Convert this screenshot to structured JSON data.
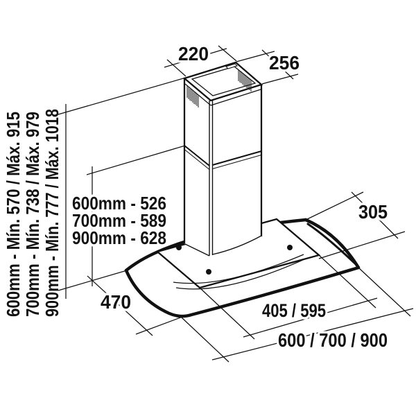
{
  "diagram": {
    "title_hidden": "",
    "top_dim_depth": "220",
    "top_dim_width": "256",
    "height_labels": [
      "600mm - Mín. 570 / Máx. 915",
      "700mm - Mín. 738 / Máx. 979",
      "900mm - Mín. 777 / Máx. 1018"
    ],
    "chimney_labels": [
      "600mm - 526",
      "700mm - 589",
      "900mm - 628"
    ],
    "rear_depth": "305",
    "canopy_depth": "470",
    "mount_width": "405 / 595",
    "hood_width": "600 / 700 / 900",
    "colors": {
      "line": "#111111",
      "background": "#ffffff"
    }
  }
}
